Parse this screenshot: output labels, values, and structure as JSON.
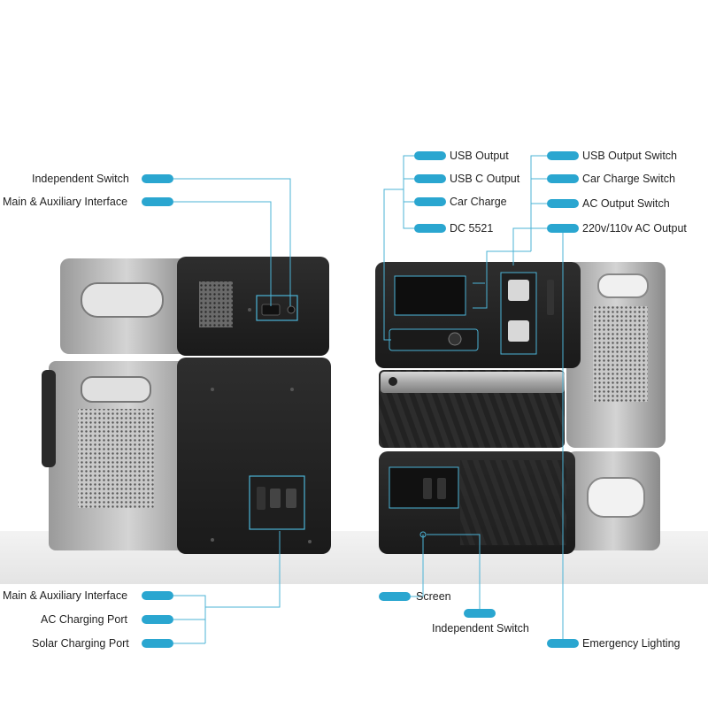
{
  "colors": {
    "callout": "#2aa6d0",
    "leader": "#4bb3d6",
    "background": "#ffffff"
  },
  "callouts": {
    "independent_switch_top": "Independent Switch",
    "main_aux_top": "Main & Auxiliary Interface",
    "usb_output": "USB Output",
    "usb_c_output": "USB C Output",
    "car_charge": "Car Charge",
    "dc_5521": "DC 5521",
    "usb_output_switch": "USB Output Switch",
    "car_charge_switch": "Car Charge Switch",
    "ac_output_switch": "AC Output Switch",
    "ac_output": "220v/110v AC Output",
    "main_aux_bottom": "Main & Auxiliary Interface",
    "ac_charging_port": "AC Charging Port",
    "solar_charging_port": "Solar Charging Port",
    "screen": "Screen",
    "independent_switch_bottom": "Independent Switch",
    "emergency_lighting": "Emergency Lighting"
  }
}
